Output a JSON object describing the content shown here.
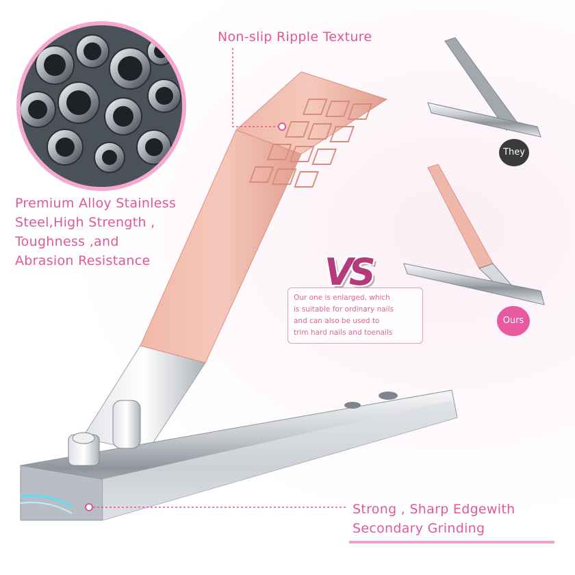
{
  "features": {
    "ripple": "Non-slip Ripple Texture",
    "alloy": "Premium Alloy Stainless\nSteel,High Strength ,\nToughness ,and\nAbrasion Resistance",
    "edge": "Strong , Sharp Edgewith\nSecondary Grinding"
  },
  "comparison": {
    "vs_label": "VS",
    "description": "Our one is enlarged, which\nis suitable for ordinary nails\nand can also be used to\ntrim hard nails and toenails",
    "their_label": "They",
    "our_label": "Ours"
  },
  "colors": {
    "accent_pink": "#e0579a",
    "rose_gold": "#e9a89a",
    "steel": "#c9cdd3",
    "dark_badge": "#3a3a3a"
  }
}
